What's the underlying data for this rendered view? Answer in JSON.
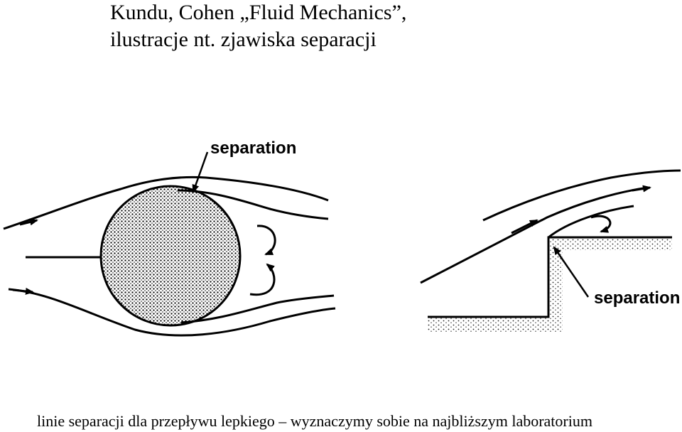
{
  "title": {
    "line1": "Kundu, Cohen „Fluid Mechanics”,",
    "line2": "ilustracje nt. zjawiska separacji"
  },
  "figure": {
    "cylinder_label": "separation",
    "step_label": "separation"
  },
  "caption": "linie separacji dla przepływu lepkiego – wyznaczymy sobie na najbliższym laboratorium"
}
